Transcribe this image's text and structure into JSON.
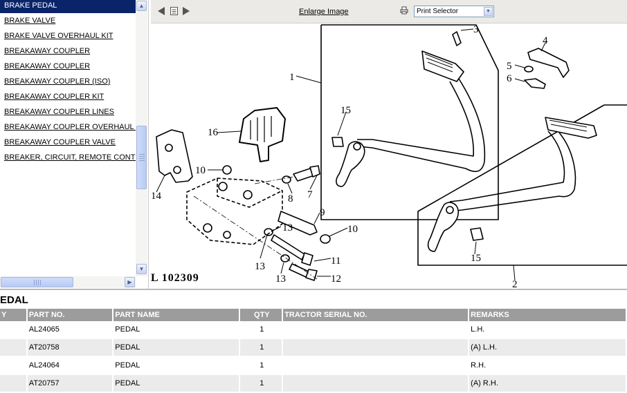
{
  "list": {
    "items": [
      {
        "label": "BRAKE PEDAL",
        "selected": true
      },
      {
        "label": "BRAKE VALVE"
      },
      {
        "label": "BRAKE VALVE OVERHAUL KIT"
      },
      {
        "label": "BREAKAWAY COUPLER"
      },
      {
        "label": "BREAKAWAY COUPLER"
      },
      {
        "label": "BREAKAWAY COUPLER (ISO)"
      },
      {
        "label": "BREAKAWAY COUPLER KIT"
      },
      {
        "label": "BREAKAWAY COUPLER LINES"
      },
      {
        "label": "BREAKAWAY COUPLER OVERHAUL K"
      },
      {
        "label": "BREAKAWAY COUPLER VALVE"
      },
      {
        "label": "BREAKER, CIRCUIT, REMOTE CONTROL"
      }
    ]
  },
  "toolbar": {
    "enlarge_label": "Enlarge Image",
    "print_selector": "Print Selector",
    "icons": [
      "prev-arrow-icon",
      "page-icon",
      "next-arrow-icon",
      "printer-icon"
    ]
  },
  "diagram": {
    "caption": "L 102309",
    "callouts": [
      "1",
      "2",
      "3",
      "4",
      "5",
      "6",
      "7",
      "8",
      "9",
      "10",
      "10",
      "11",
      "12",
      "13",
      "13",
      "13",
      "14",
      "15",
      "15",
      "16"
    ]
  },
  "table": {
    "title": "EDAL",
    "headers": [
      "Y",
      "PART NO.",
      "PART NAME",
      "QTY",
      "TRACTOR SERIAL NO.",
      "REMARKS"
    ],
    "rows": [
      {
        "key": "",
        "part_no": "AL24065",
        "part_name": "PEDAL",
        "qty": "1",
        "serial": "",
        "remarks": "L.H."
      },
      {
        "key": "",
        "part_no": "AT20758",
        "part_name": "PEDAL",
        "qty": "1",
        "serial": "",
        "remarks": "(A) L.H."
      },
      {
        "key": "",
        "part_no": "AL24064",
        "part_name": "PEDAL",
        "qty": "1",
        "serial": "",
        "remarks": "R.H."
      },
      {
        "key": "",
        "part_no": "AT20757",
        "part_name": "PEDAL",
        "qty": "1",
        "serial": "",
        "remarks": "(A) R.H."
      }
    ]
  },
  "colors": {
    "selection": "#0a246a",
    "header": "#9c9c9c",
    "toolbar": "#ebeae6"
  }
}
